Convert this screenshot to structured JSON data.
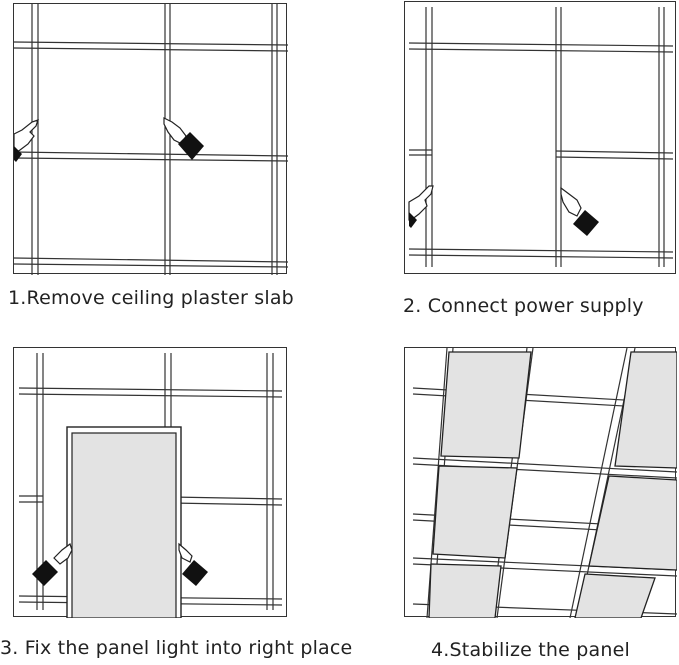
{
  "steps": [
    {
      "caption": "1.Remove ceiling plaster slab"
    },
    {
      "caption": "2. Connect power supply"
    },
    {
      "caption": "3. Fix the panel light into right place"
    },
    {
      "caption": "4.Stabilize the panel"
    }
  ]
}
